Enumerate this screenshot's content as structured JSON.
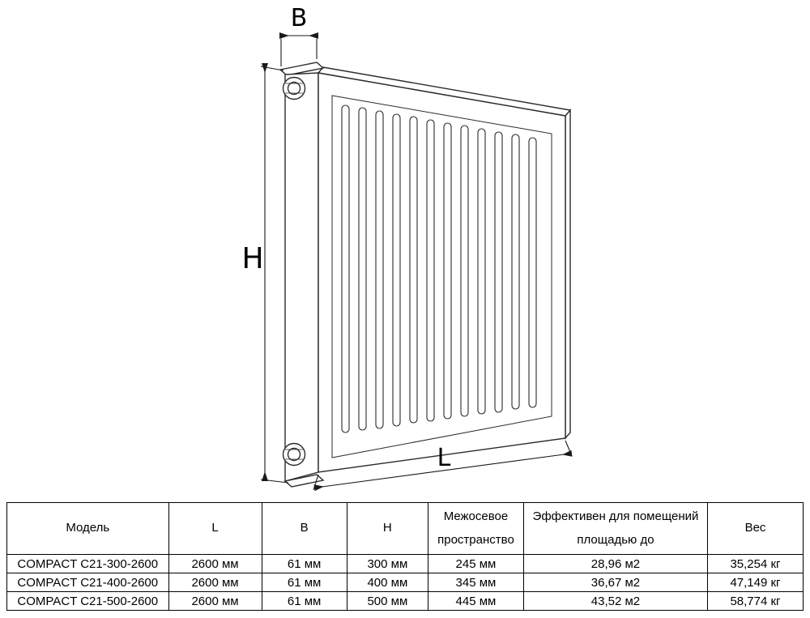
{
  "diagram": {
    "labels": {
      "B": "B",
      "H": "H",
      "L": "L"
    }
  },
  "table": {
    "headers": [
      "Модель",
      "L",
      "B",
      "H",
      "Межосевое пространство",
      "Эффективен для помещений площадью до",
      "Вес"
    ],
    "rows": [
      [
        "COMPACT C21-300-2600",
        "2600 мм",
        "61 мм",
        "300 мм",
        "245 мм",
        "28,96 м2",
        "35,254 кг"
      ],
      [
        "COMPACT C21-400-2600",
        "2600 мм",
        "61 мм",
        "400 мм",
        "345 мм",
        "36,67 м2",
        "47,149 кг"
      ],
      [
        "COMPACT C21-500-2600",
        "2600 мм",
        "61 мм",
        "500 мм",
        "445 мм",
        "43,52 м2",
        "58,774 кг"
      ]
    ]
  }
}
